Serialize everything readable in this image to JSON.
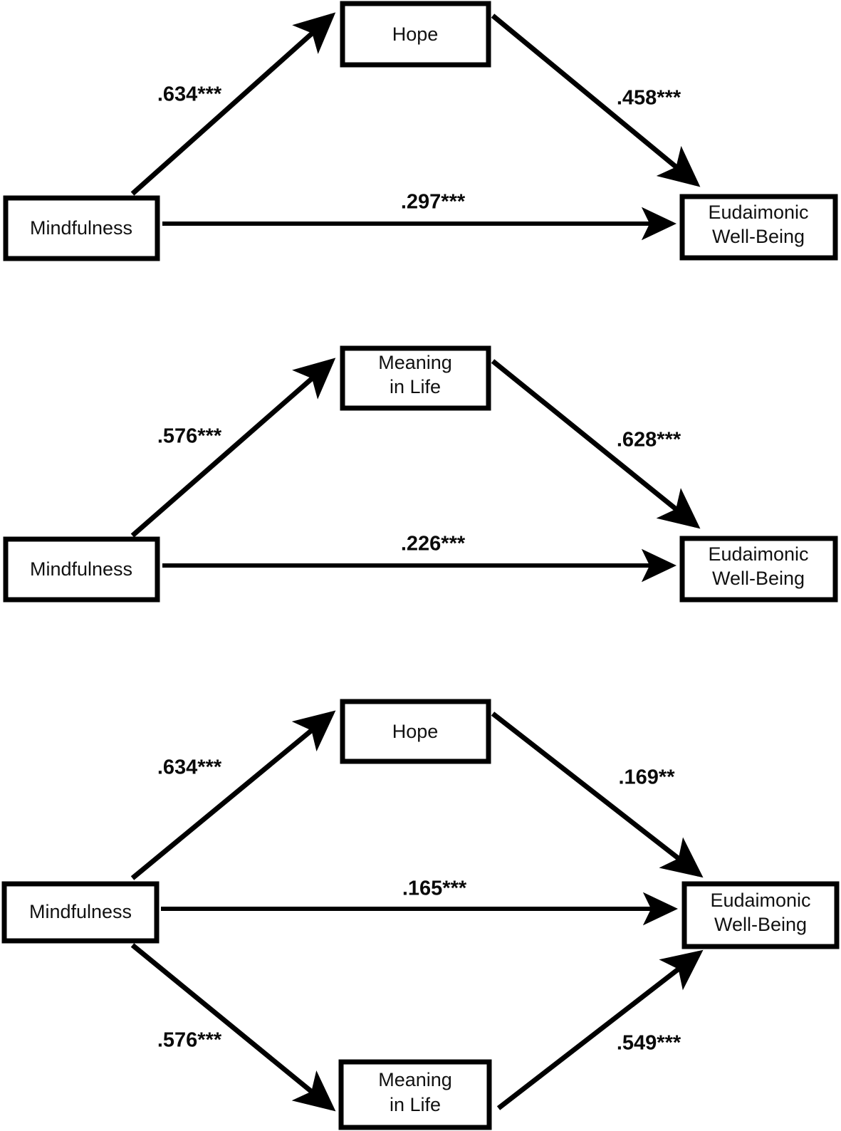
{
  "figure": {
    "type": "mediation-path-diagram",
    "background_color": "#ffffff",
    "line_color": "#000000",
    "text_color": "#111111"
  },
  "chart_data": {
    "type": "diagram",
    "title": "",
    "panels": [
      {
        "id": "panel-1",
        "name": "simple-mediation-hope",
        "nodes": [
          {
            "id": "mindfulness",
            "label": "Mindfulness"
          },
          {
            "id": "hope",
            "label": "Hope"
          },
          {
            "id": "ewb",
            "label_line1": "Eudaimonic",
            "label_line2": "Well-Being"
          }
        ],
        "paths": [
          {
            "from": "mindfulness",
            "to": "hope",
            "label": ".634***",
            "coefficient": 0.634,
            "significance": "***"
          },
          {
            "from": "hope",
            "to": "ewb",
            "label": ".458***",
            "coefficient": 0.458,
            "significance": "***"
          },
          {
            "from": "mindfulness",
            "to": "ewb",
            "label": ".297***",
            "coefficient": 0.297,
            "significance": "***"
          }
        ]
      },
      {
        "id": "panel-2",
        "name": "simple-mediation-meaning-in-life",
        "nodes": [
          {
            "id": "mindfulness",
            "label": "Mindfulness"
          },
          {
            "id": "meaning",
            "label_line1": "Meaning",
            "label_line2": "in Life"
          },
          {
            "id": "ewb",
            "label_line1": "Eudaimonic",
            "label_line2": "Well-Being"
          }
        ],
        "paths": [
          {
            "from": "mindfulness",
            "to": "meaning",
            "label": ".576***",
            "coefficient": 0.576,
            "significance": "***"
          },
          {
            "from": "meaning",
            "to": "ewb",
            "label": ".628***",
            "coefficient": 0.628,
            "significance": "***"
          },
          {
            "from": "mindfulness",
            "to": "ewb",
            "label": ".226***",
            "coefficient": 0.226,
            "significance": "***"
          }
        ]
      },
      {
        "id": "panel-3",
        "name": "parallel-mediation-hope-and-meaning",
        "nodes": [
          {
            "id": "mindfulness",
            "label": "Mindfulness"
          },
          {
            "id": "hope",
            "label": "Hope"
          },
          {
            "id": "meaning",
            "label_line1": "Meaning",
            "label_line2": "in Life"
          },
          {
            "id": "ewb",
            "label_line1": "Eudaimonic",
            "label_line2": "Well-Being"
          }
        ],
        "paths": [
          {
            "from": "mindfulness",
            "to": "hope",
            "label": ".634***",
            "coefficient": 0.634,
            "significance": "***"
          },
          {
            "from": "hope",
            "to": "ewb",
            "label": ".169**",
            "coefficient": 0.169,
            "significance": "**"
          },
          {
            "from": "mindfulness",
            "to": "ewb",
            "label": ".165***",
            "coefficient": 0.165,
            "significance": "***"
          },
          {
            "from": "mindfulness",
            "to": "meaning",
            "label": ".576***",
            "coefficient": 0.576,
            "significance": "***"
          },
          {
            "from": "meaning",
            "to": "ewb",
            "label": ".549***",
            "coefficient": 0.549,
            "significance": "***"
          }
        ]
      }
    ]
  },
  "panel1": {
    "mindfulness": "Mindfulness",
    "hope": "Hope",
    "ewb_line1": "Eudaimonic",
    "ewb_line2": "Well-Being",
    "a_path": ".634***",
    "b_path": ".458***",
    "c_path": ".297***"
  },
  "panel2": {
    "mindfulness": "Mindfulness",
    "meaning_line1": "Meaning",
    "meaning_line2": "in Life",
    "ewb_line1": "Eudaimonic",
    "ewb_line2": "Well-Being",
    "a_path": ".576***",
    "b_path": ".628***",
    "c_path": ".226***"
  },
  "panel3": {
    "mindfulness": "Mindfulness",
    "hope": "Hope",
    "meaning_line1": "Meaning",
    "meaning_line2": "in Life",
    "ewb_line1": "Eudaimonic",
    "ewb_line2": "Well-Being",
    "a1_path": ".634***",
    "b1_path": ".169**",
    "c_path": ".165***",
    "a2_path": ".576***",
    "b2_path": ".549***"
  }
}
